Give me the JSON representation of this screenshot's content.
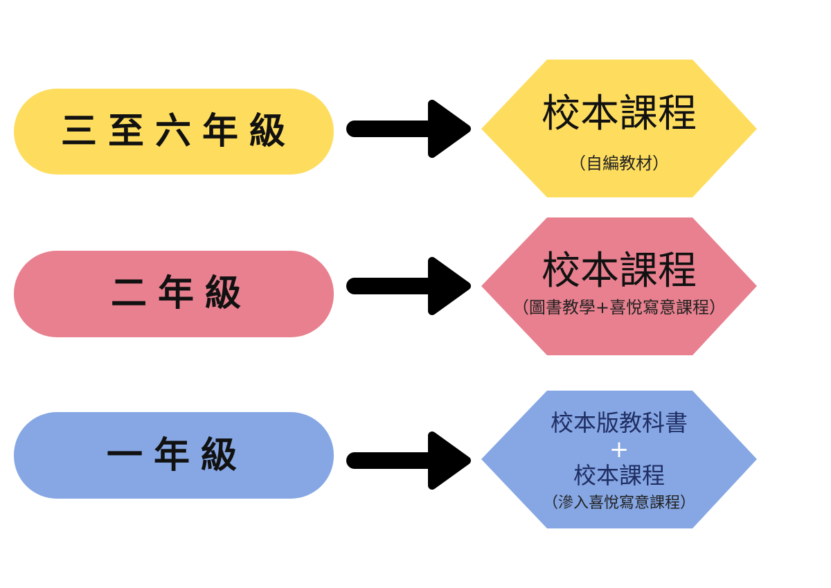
{
  "colors": {
    "yellow": "#FEDD5E",
    "pink": "#E8808F",
    "blue": "#86A7E4",
    "navy_text": "#1F2E63",
    "arrow": "#000000"
  },
  "rows": [
    {
      "grade": "三至六年級",
      "curriculum": {
        "title": "校本課程",
        "note": "（自編教材）"
      }
    },
    {
      "grade": "二年級",
      "curriculum": {
        "title": "校本課程",
        "note": "（圖書教學+喜悅寫意課程）"
      }
    },
    {
      "grade": "一年級",
      "curriculum": {
        "lines": [
          "校本版教科書",
          "+",
          "校本課程",
          "（滲入喜悅寫意課程）"
        ]
      }
    }
  ]
}
